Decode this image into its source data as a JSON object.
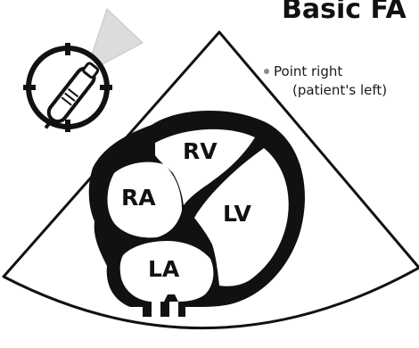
{
  "diagram": {
    "title": "Basic FA",
    "instruction": {
      "line1": "Point right",
      "line2": "(patient's left)"
    },
    "chambers": {
      "rv": "RV",
      "ra": "RA",
      "lv": "LV",
      "la": "LA"
    }
  },
  "colors": {
    "ink": "#111111",
    "beam": "#d8d8d8",
    "bullet": "#8a8a8a"
  },
  "icons": [
    "transducer-probe-icon",
    "orientation-clock-icon"
  ]
}
